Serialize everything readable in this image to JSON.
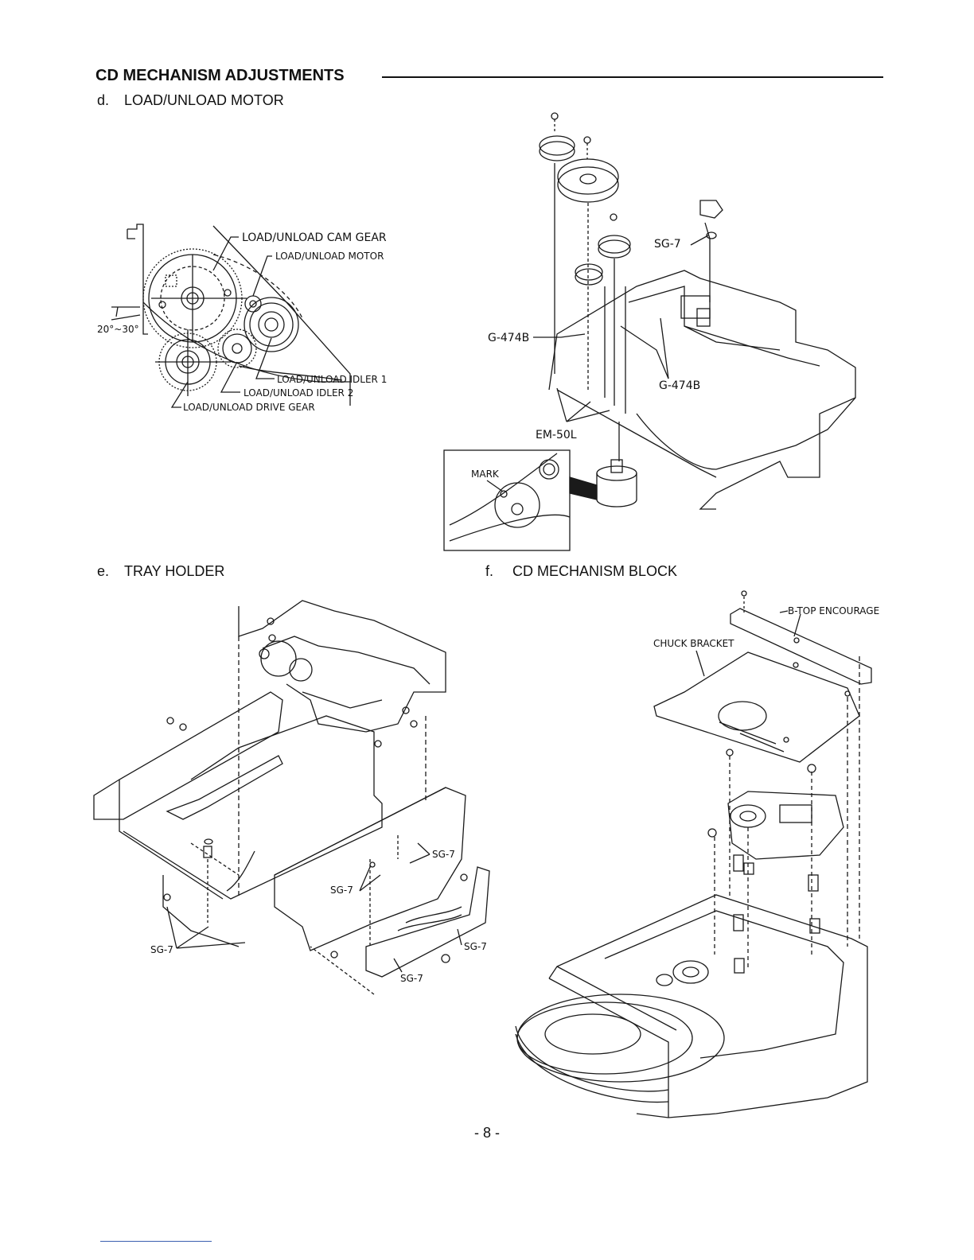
{
  "header": {
    "title": "CD MECHANISM ADJUSTMENTS"
  },
  "sections": {
    "d": {
      "letter": "d.",
      "title": "LOAD/UNLOAD MOTOR",
      "angle_label": "20°~30°",
      "labels": {
        "cam_gear": "LOAD/UNLOAD CAM GEAR",
        "motor": "LOAD/UNLOAD MOTOR",
        "idler1": "LOAD/UNLOAD IDLER 1",
        "idler2": "LOAD/UNLOAD  IDLER 2",
        "drive_gear": "LOAD/UNLOAD  DRIVE  GEAR"
      }
    },
    "motor_assembly": {
      "labels": {
        "sg7": "SG-7",
        "g474b_left": "G-474B",
        "g474b_right": "G-474B",
        "em50l": "EM-50L",
        "mark": "MARK"
      }
    },
    "e": {
      "letter": "e.",
      "title": "TRAY HOLDER",
      "labels": {
        "sg7_a": "SG-7",
        "sg7_b": "SG-7",
        "sg7_c": "SG-7",
        "sg7_d": "SG-7",
        "sg7_e": "SG-7"
      }
    },
    "f": {
      "letter": "f.",
      "title": "CD MECHANISM BLOCK",
      "labels": {
        "top_encourage": "B-TOP ENCOURAGE",
        "chuck_bracket": "CHUCK  BRACKET"
      }
    }
  },
  "footer": {
    "page_number": "- 8 -"
  }
}
